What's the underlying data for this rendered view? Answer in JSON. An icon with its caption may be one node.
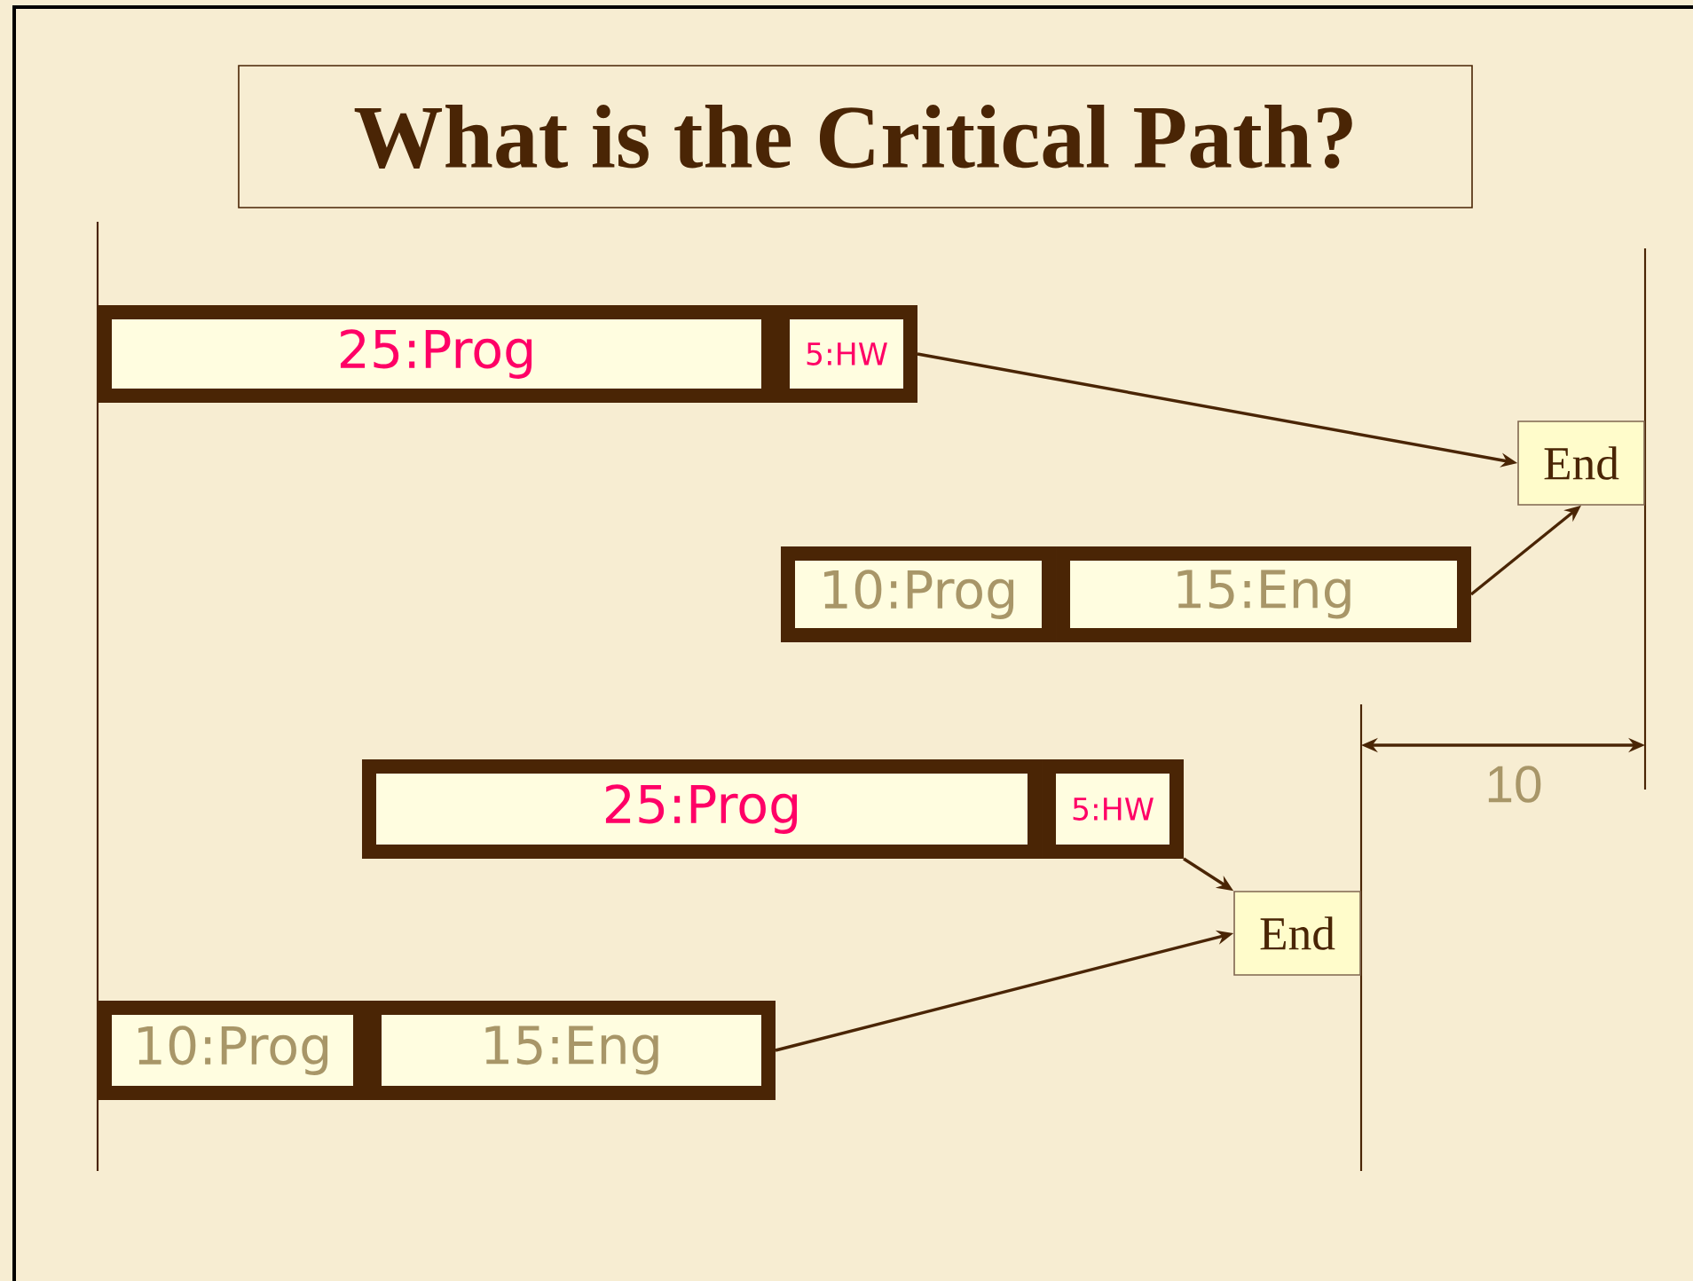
{
  "diagram": {
    "title": "What is the Critical Path?",
    "nodes": [
      {
        "text": [
          "25:Prog"
        ]
      },
      {
        "text": [
          "5:HW"
        ]
      },
      {
        "text": [
          "End"
        ]
      },
      {
        "text": [
          "10:Prog"
        ]
      },
      {
        "text": [
          "15:Eng"
        ]
      },
      {
        "text": [
          "25:Prog"
        ]
      },
      {
        "text": [
          "5:HW"
        ]
      },
      {
        "text": [
          "End"
        ]
      },
      {
        "text": [
          "10:Prog"
        ]
      },
      {
        "text": [
          "15:Eng"
        ]
      }
    ],
    "edges": [
      {
        "from": 1,
        "to": 2,
        "arrow": "to"
      },
      {
        "from": 4,
        "to": 2,
        "arrow": "to"
      },
      {
        "from": 6,
        "to": 7,
        "arrow": "to"
      },
      {
        "from": 9,
        "to": 7,
        "arrow": "to"
      }
    ],
    "labels": [
      "10"
    ]
  }
}
